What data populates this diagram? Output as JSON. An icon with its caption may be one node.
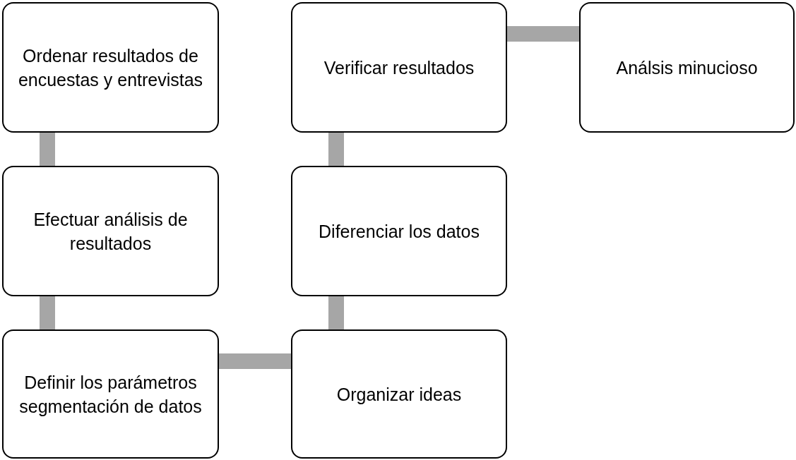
{
  "diagram": {
    "nodes": [
      {
        "text": [
          "Ordenar resultados de encuestas y entrevistas"
        ]
      },
      {
        "text": [
          "Efectuar análisis de resultados"
        ]
      },
      {
        "text": [
          "Definir los parámetros segmentación de datos"
        ]
      },
      {
        "text": [
          "Organizar ideas"
        ]
      },
      {
        "text": [
          "Diferenciar los datos"
        ]
      },
      {
        "text": [
          "Verificar resultados"
        ]
      },
      {
        "text": [
          "Análsis minucioso"
        ]
      }
    ],
    "edges": [
      {
        "from": 0,
        "to": 1,
        "arrow": "none"
      },
      {
        "from": 1,
        "to": 2,
        "arrow": "none"
      },
      {
        "from": 2,
        "to": 3,
        "arrow": "none"
      },
      {
        "from": 3,
        "to": 4,
        "arrow": "none"
      },
      {
        "from": 4,
        "to": 5,
        "arrow": "none"
      },
      {
        "from": 5,
        "to": 6,
        "arrow": "none"
      }
    ]
  }
}
